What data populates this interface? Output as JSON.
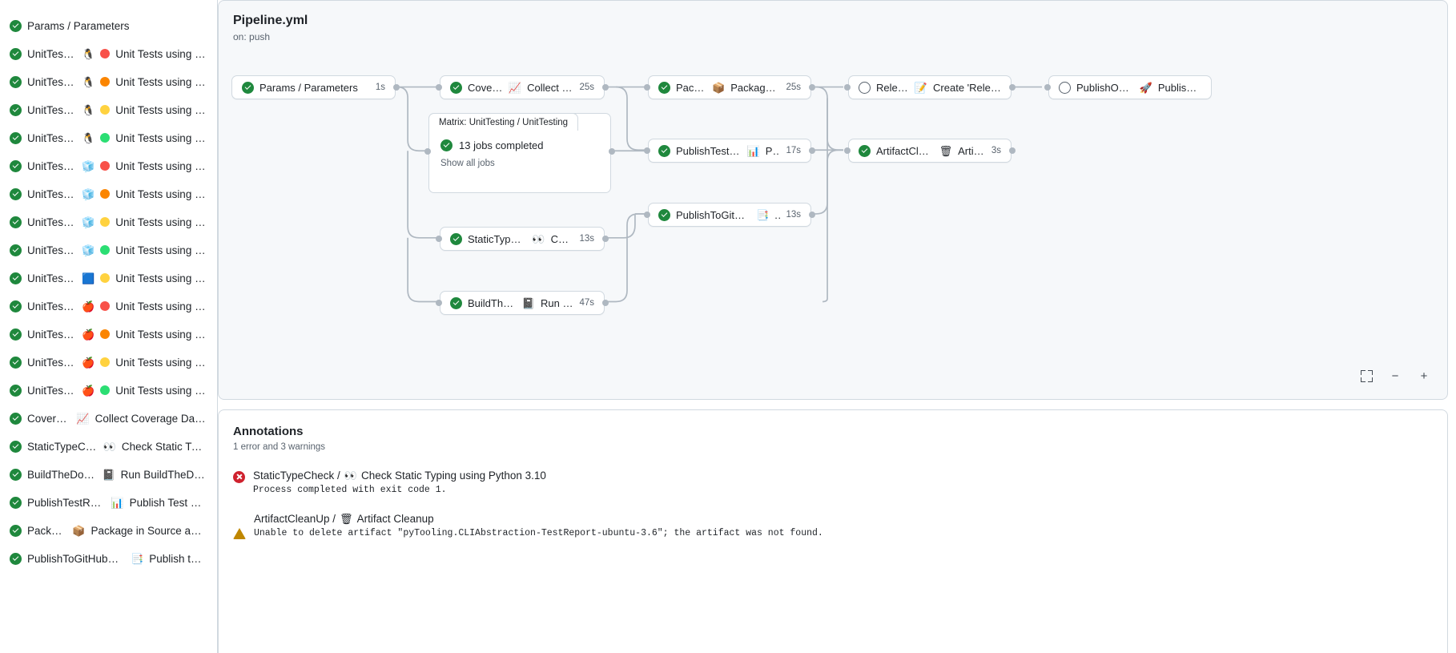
{
  "sidebar": {
    "items": [
      {
        "status": "success",
        "label": "Params / Parameters",
        "os": "",
        "ver": ""
      },
      {
        "status": "success",
        "label": "UnitTesting / ",
        "os": "🐧",
        "ver": "#f85149",
        "tail": "Unit Tests using Pyth..."
      },
      {
        "status": "success",
        "label": "UnitTesting / ",
        "os": "🐧",
        "ver": "#fb8500",
        "tail": "Unit Tests using Pyth..."
      },
      {
        "status": "success",
        "label": "UnitTesting / ",
        "os": "🐧",
        "ver": "#ffd23f",
        "tail": "Unit Tests using Pyth..."
      },
      {
        "status": "success",
        "label": "UnitTesting / ",
        "os": "🐧",
        "ver": "#2bde73",
        "tail": "Unit Tests using Pyth..."
      },
      {
        "status": "success",
        "label": "UnitTesting / ",
        "os": "🧊",
        "ver": "#f85149",
        "tail": "Unit Tests using Pyth..."
      },
      {
        "status": "success",
        "label": "UnitTesting / ",
        "os": "🧊",
        "ver": "#fb8500",
        "tail": "Unit Tests using Pyth..."
      },
      {
        "status": "success",
        "label": "UnitTesting / ",
        "os": "🧊",
        "ver": "#ffd23f",
        "tail": "Unit Tests using Pyth..."
      },
      {
        "status": "success",
        "label": "UnitTesting / ",
        "os": "🧊",
        "ver": "#2bde73",
        "tail": "Unit Tests using Pyth..."
      },
      {
        "status": "success",
        "label": "UnitTesting / ",
        "os": "🟦",
        "ver": "#ffd23f",
        "tail": "Unit Tests using Pyth..."
      },
      {
        "status": "success",
        "label": "UnitTesting / ",
        "os": "🍎",
        "ver": "#f85149",
        "tail": "Unit Tests using Pyth..."
      },
      {
        "status": "success",
        "label": "UnitTesting / ",
        "os": "🍎",
        "ver": "#fb8500",
        "tail": "Unit Tests using Pyth..."
      },
      {
        "status": "success",
        "label": "UnitTesting / ",
        "os": "🍎",
        "ver": "#ffd23f",
        "tail": "Unit Tests using Pyth..."
      },
      {
        "status": "success",
        "label": "UnitTesting / ",
        "os": "🍎",
        "ver": "#2bde73",
        "tail": "Unit Tests using Pyth..."
      },
      {
        "status": "success",
        "label": "Coverage / ",
        "os": "📈",
        "ver": "",
        "tail": "Collect Coverage Data usi..."
      },
      {
        "status": "success",
        "label": "StaticTypeCheck / ",
        "os": "👀",
        "ver": "",
        "tail": "Check Static Typing..."
      },
      {
        "status": "success",
        "label": "BuildTheDocs / ",
        "os": "📓",
        "ver": "",
        "tail": "Run BuildTheDocs"
      },
      {
        "status": "success",
        "label": "PublishTestResults / ",
        "os": "📊",
        "ver": "",
        "tail": "Publish Test Resu..."
      },
      {
        "status": "success",
        "label": "Package / ",
        "os": "📦",
        "ver": "",
        "tail": "Package in Source and Wh..."
      },
      {
        "status": "success",
        "label": "PublishToGitHubPages / ",
        "os": "📑",
        "ver": "",
        "tail": "Publish to G..."
      }
    ]
  },
  "graph": {
    "title": "Pipeline.yml",
    "subtitle": "on: push",
    "nodes": [
      {
        "id": "params",
        "status": "success",
        "text": "Params / Parameters",
        "emoji": "",
        "duration": "1s"
      },
      {
        "id": "coverage",
        "status": "success",
        "text": "Coverage / ",
        "emoji": "📈",
        "tail": "Collect Cove...",
        "duration": "25s"
      },
      {
        "id": "statictype",
        "status": "success",
        "text": "StaticTypeCheck / ",
        "emoji": "👀",
        "tail": "Chec...",
        "duration": "13s"
      },
      {
        "id": "builddocs",
        "status": "success",
        "text": "BuildTheDocs / ",
        "emoji": "📓",
        "tail": "Run Buil...",
        "duration": "47s"
      },
      {
        "id": "package",
        "status": "success",
        "text": "Package / ",
        "emoji": "📦",
        "tail": "Package in So...",
        "duration": "25s"
      },
      {
        "id": "publishtests",
        "status": "success",
        "text": "PublishTestResults / ",
        "emoji": "📊",
        "tail": "Pu...",
        "duration": "17s"
      },
      {
        "id": "publishpages",
        "status": "success",
        "text": "PublishToGitHubPages / ",
        "emoji": "📑",
        "tail": "...",
        "duration": "13s"
      },
      {
        "id": "artifact",
        "status": "success",
        "text": "ArtifactCleanUp / ",
        "emoji": "🗑",
        "tail": "Artifac...",
        "duration": "3s"
      },
      {
        "id": "release",
        "status": "pending",
        "text": "Release / ",
        "emoji": "📝",
        "tail": "Create 'Release P...",
        "duration": ""
      },
      {
        "id": "pypi",
        "status": "pending",
        "text": "PublishOnPyPI / ",
        "emoji": "🚀",
        "tail": "Publish to ...",
        "duration": ""
      }
    ],
    "matrix": {
      "tab_label": "Matrix: UnitTesting / UnitTesting",
      "status": "success",
      "summary": "13 jobs completed",
      "link": "Show all jobs"
    },
    "controls": {
      "fullscreen": "fullscreen-icon",
      "zoom_out": "−",
      "zoom_in": "+"
    }
  },
  "annotations": {
    "title": "Annotations",
    "summary": "1 error and 3 warnings",
    "items": [
      {
        "severity": "error",
        "job": "StaticTypeCheck / ",
        "emoji": "👀",
        "job_tail": "Check Static Typing using Python 3.10",
        "message": "Process completed with exit code 1."
      },
      {
        "severity": "warning",
        "job": "ArtifactCleanUp / ",
        "emoji": "🗑",
        "job_tail": "Artifact Cleanup",
        "message": "Unable to delete artifact \"pyTooling.CLIAbstraction-TestReport-ubuntu-3.6\"; the artifact was not found."
      }
    ]
  }
}
